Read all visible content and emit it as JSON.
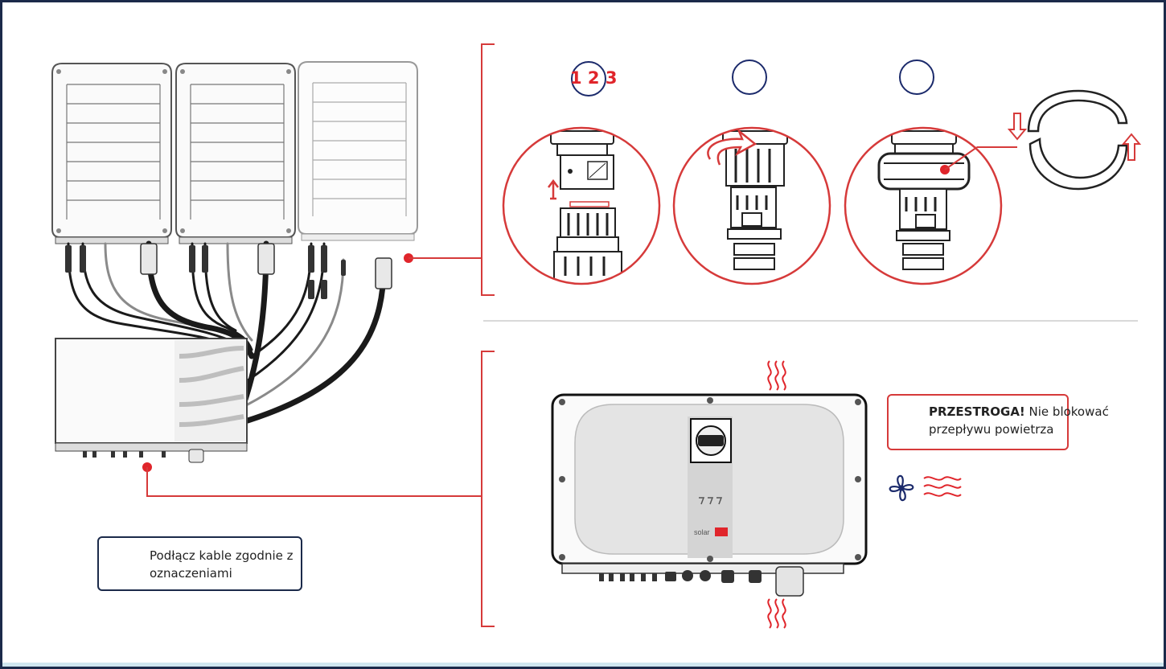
{
  "colors": {
    "frame": "#1b2a4a",
    "accent_red": "#d63a3a",
    "callout_red": "#e0252b",
    "divider": "#d9d9d9",
    "cable_black": "#1a1a1a",
    "cable_gray": "#8a8a8a",
    "fan_blue": "#1b2a6b"
  },
  "steps": {
    "numbers": "1 2 3"
  },
  "caution": {
    "icon": "warning-triangle-icon",
    "strong": "PRZESTROGA!",
    "line1_rest": " Nie blokować",
    "line2": "przepływu powietrza"
  },
  "note": {
    "icon": "chat-bubble-icon",
    "line1": "Podłącz kable zgodnie z",
    "line2": "oznaczeniami"
  },
  "icons": [
    "heat-waves-icon",
    "fan-icon",
    "airflow-icon",
    "arrow-up-icon",
    "arrow-down-icon",
    "dc-switch-icon",
    "led-indicators-icon"
  ],
  "device": {
    "brand": "solar"
  }
}
